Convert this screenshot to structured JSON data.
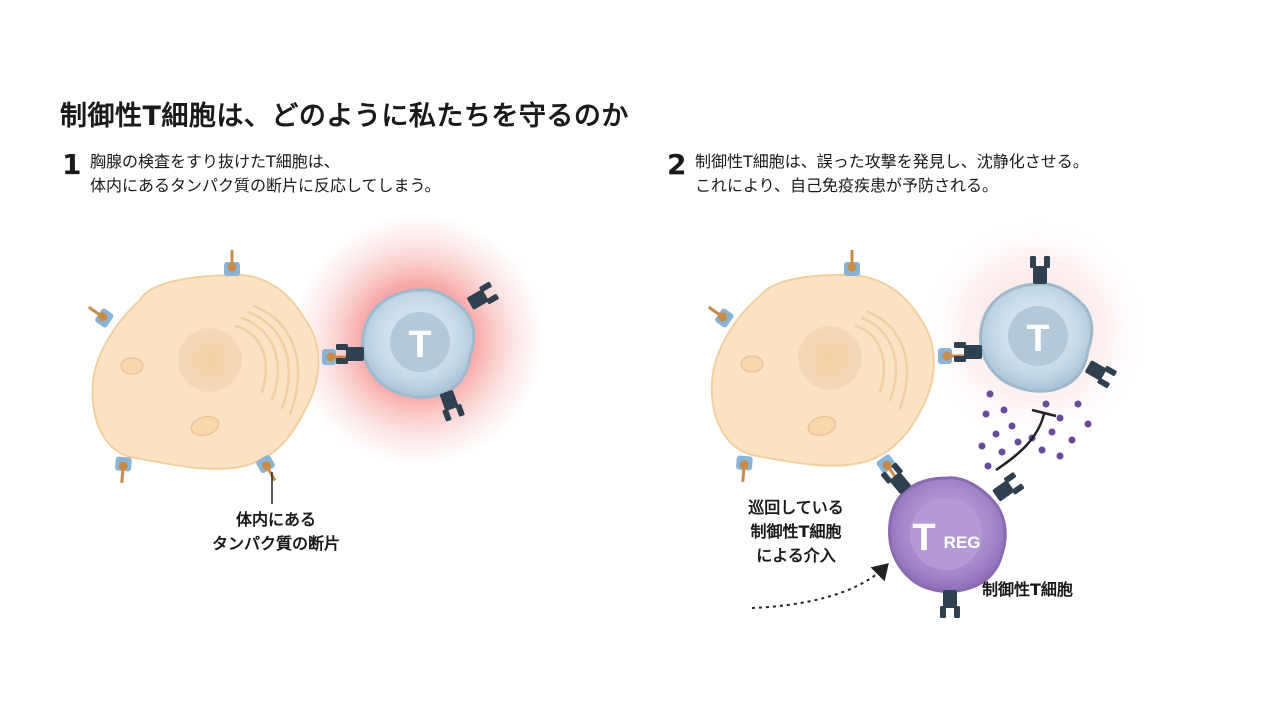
{
  "title": "制御性T細胞は、どのように私たちを守るのか",
  "panel1": {
    "number": "1",
    "text_lines": [
      "胸腺の検査をすり抜けたT細胞は、",
      "体内にあるタンパク質の断片に反応してしまう。"
    ],
    "t_cell_letter": "T",
    "fragment_label_lines": [
      "体内にある",
      "タンパク質の断片"
    ]
  },
  "panel2": {
    "number": "2",
    "text_lines": [
      "制御性T細胞は、誤った攻撃を発見し、沈静化させる。",
      "これにより、自己免疫疾患が予防される。"
    ],
    "t_cell_letter": "T",
    "treg_letter": "T",
    "treg_subscript": "REG",
    "patrol_label_lines": [
      "巡回している",
      "制御性T細胞",
      "による介入"
    ],
    "treg_label": "制御性T細胞"
  },
  "colors": {
    "body_cell": "#fbe3c4",
    "body_cell_outline": "#f3cfa0",
    "t_cell": "#c6d8e6",
    "treg_cell": "#a88bc9",
    "receptor": "#2f4150",
    "mhc": "#8ab3d6",
    "peptide": "#c98b4a",
    "glow": "#f05a5a",
    "cytokine": "#6a4a9a"
  }
}
